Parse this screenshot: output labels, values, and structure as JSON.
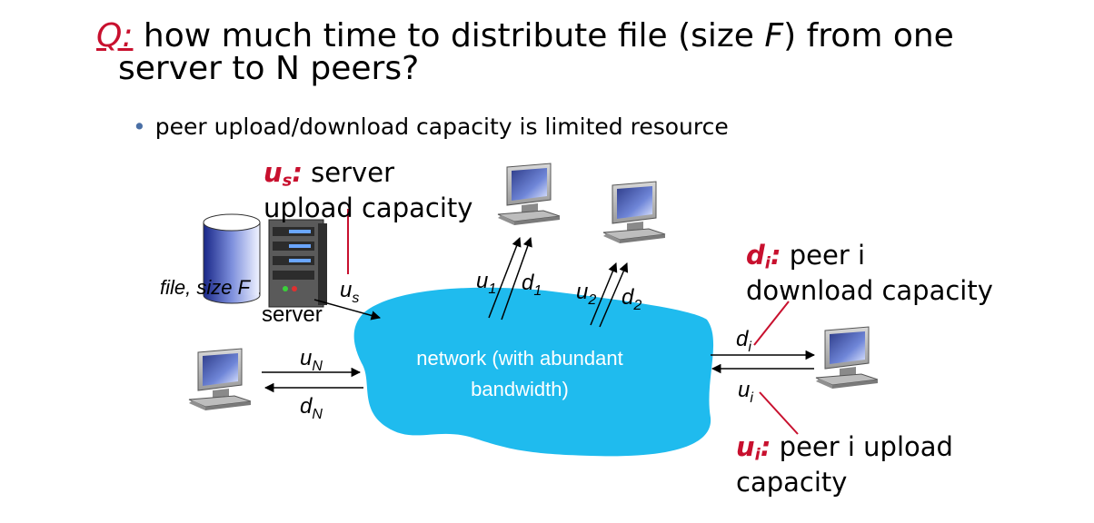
{
  "question": {
    "q_label": "Q:",
    "part1": " how much time to distribute file (size ",
    "file_var": "F",
    "part2": ") from one",
    "line2_pre": "server to ",
    "line2_var": "N peers",
    "line2_post": "?"
  },
  "bullet": "peer upload/download capacity is limited resource",
  "callouts": {
    "server": {
      "var": "u",
      "sub": "s",
      "colon": ":",
      "line1": " server",
      "line2": "upload capacity"
    },
    "download": {
      "var": "d",
      "sub": "i",
      "colon": ":",
      "line1": " peer i",
      "line2": "download capacity"
    },
    "upload": {
      "var": "u",
      "sub": "i",
      "colon": ":",
      "line1": " peer i upload",
      "line2": "capacity"
    }
  },
  "labels": {
    "file": "file, size F",
    "server": "server",
    "network_line1": "network (with abundant",
    "network_line2": "bandwidth)"
  },
  "links": {
    "us": {
      "var": "u",
      "sub": "s"
    },
    "u1": {
      "var": "u",
      "sub": "1"
    },
    "d1": {
      "var": "d",
      "sub": "1"
    },
    "u2": {
      "var": "u",
      "sub": "2"
    },
    "d2": {
      "var": "d",
      "sub": "2"
    },
    "uN": {
      "var": "u",
      "sub": "N"
    },
    "dN": {
      "var": "d",
      "sub": "N"
    },
    "di": {
      "var": "d",
      "sub": "i"
    },
    "ui": {
      "var": "u",
      "sub": "i"
    }
  },
  "colors": {
    "accent": "#c8102e",
    "network": "#1fbbee",
    "bullet": "#4a6fa5"
  },
  "icons": [
    "database-icon",
    "server-icon",
    "desktop-computer-icon"
  ]
}
